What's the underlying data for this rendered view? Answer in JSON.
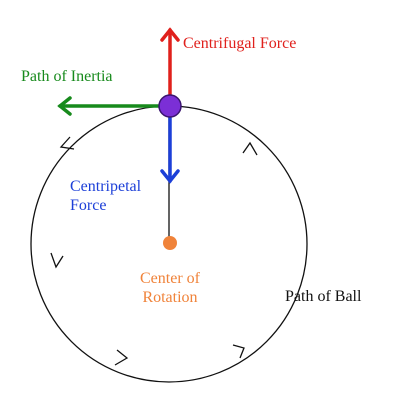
{
  "labels": {
    "centrifugal_force": "Centrifugal Force",
    "path_of_inertia": "Path of Inertia",
    "centripetal_line1": "Centripetal",
    "centripetal_line2": "Force",
    "center_line1": "Center of",
    "center_line2": "Rotation",
    "path_of_ball": "Path of Ball"
  },
  "colors": {
    "centrifugal": "#e0201c",
    "inertia": "#178a1c",
    "centripetal": "#1c3fd8",
    "center": "#f0833a",
    "ball": "#7b2fd6",
    "path": "#111111"
  }
}
